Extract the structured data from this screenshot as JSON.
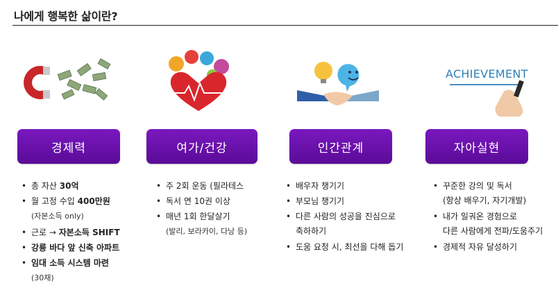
{
  "title": "나에게 행복한 삶이란?",
  "colors": {
    "pill": "#6a14ab",
    "rule": "#222222"
  },
  "columns": [
    {
      "heading": "경제력",
      "icon": "magnet-money-icon",
      "items": [
        {
          "parts": [
            "총 자산 ",
            "30억"
          ],
          "bold": [
            false,
            true
          ]
        },
        {
          "parts": [
            "월 고정 수입 ",
            "400만원"
          ],
          "bold": [
            false,
            true
          ]
        },
        {
          "sub": "(자본소득 only)"
        },
        {
          "parts": [
            "근로 → ",
            "자본소득 SHIFT"
          ],
          "bold": [
            false,
            true
          ]
        },
        {
          "parts": [
            "강릉 바다 앞 신축 아파트"
          ],
          "bold": [
            true
          ]
        },
        {
          "parts": [
            "임대 소득 시스템 마련"
          ],
          "bold": [
            true
          ]
        },
        {
          "sub": "(30채)"
        }
      ]
    },
    {
      "heading": "여가/건강",
      "icon": "heart-health-icon",
      "items": [
        {
          "parts": [
            "주 2회 운동 (필라테스"
          ],
          "bold": [
            false
          ]
        },
        {
          "parts": [
            "독서 연 10권 이상"
          ],
          "bold": [
            false
          ]
        },
        {
          "parts": [
            "매년 1회 한달살기"
          ],
          "bold": [
            false
          ]
        },
        {
          "sub": "(발리, 보라카이, 다낭 등)"
        }
      ]
    },
    {
      "heading": "인간관계",
      "icon": "handshake-icon",
      "items": [
        {
          "parts": [
            "배우자 챙기기"
          ],
          "bold": [
            false
          ]
        },
        {
          "parts": [
            "부모님 챙기기"
          ],
          "bold": [
            false
          ]
        },
        {
          "parts": [
            "다른 사람의 성공을 진심으로"
          ],
          "bold": [
            false
          ]
        },
        {
          "sub": "축하하기"
        },
        {
          "parts": [
            "도움 요청 시, 최선을 다해 돕기"
          ],
          "bold": [
            false
          ]
        }
      ]
    },
    {
      "heading": "자아실현",
      "icon": "achievement-hand-icon",
      "illus_text": "ACHIEVEMENT",
      "items": [
        {
          "parts": [
            "꾸준한 강의 및 독서"
          ],
          "bold": [
            false
          ]
        },
        {
          "sub": "(항상 배우기, 자기개발)"
        },
        {
          "parts": [
            "내가 일궈온 경험으로"
          ],
          "bold": [
            false
          ]
        },
        {
          "sub": "다른 사람에게 전파/도움주기"
        },
        {
          "parts": [
            "경제적 자유 달성하기"
          ],
          "bold": [
            false
          ]
        }
      ]
    }
  ]
}
